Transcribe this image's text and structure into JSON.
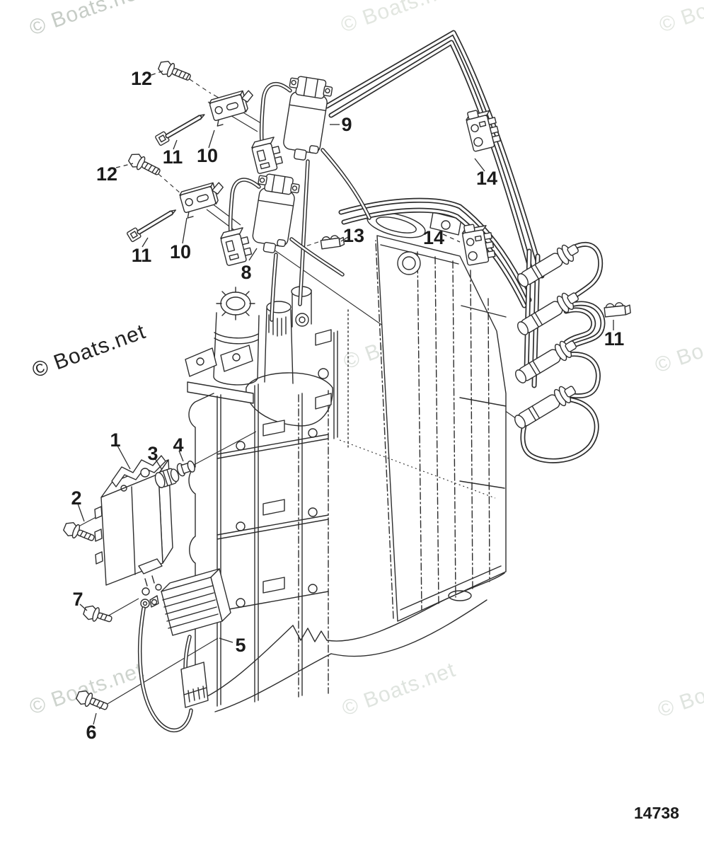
{
  "watermark": {
    "text": "© Boats.net"
  },
  "diagram_number": "14738",
  "callouts": [
    {
      "ref": "hex-bolt-top",
      "number": "12"
    },
    {
      "ref": "cable-strap-top",
      "number": "11"
    },
    {
      "ref": "coil-bracket-top",
      "number": "10"
    },
    {
      "ref": "hex-bolt-mid",
      "number": "12"
    },
    {
      "ref": "cable-strap-mid",
      "number": "11"
    },
    {
      "ref": "coil-bracket-mid",
      "number": "10"
    },
    {
      "ref": "ignition-coil-upper",
      "number": "9"
    },
    {
      "ref": "ignition-coil-lower",
      "number": "8"
    },
    {
      "ref": "wire-clamp-center",
      "number": "13"
    },
    {
      "ref": "terminal-connector-top",
      "number": "14"
    },
    {
      "ref": "terminal-connector-mid",
      "number": "14"
    },
    {
      "ref": "wire-clamp-right",
      "number": "11"
    },
    {
      "ref": "ecu-module",
      "number": "1"
    },
    {
      "ref": "grommet-inner",
      "number": "3"
    },
    {
      "ref": "grommet-outer",
      "number": "4"
    },
    {
      "ref": "ecu-mount-bolt",
      "number": "2"
    },
    {
      "ref": "regulator-bolt-upper",
      "number": "7"
    },
    {
      "ref": "rectifier-regulator",
      "number": "5"
    },
    {
      "ref": "regulator-bolt-lower",
      "number": "6"
    }
  ]
}
